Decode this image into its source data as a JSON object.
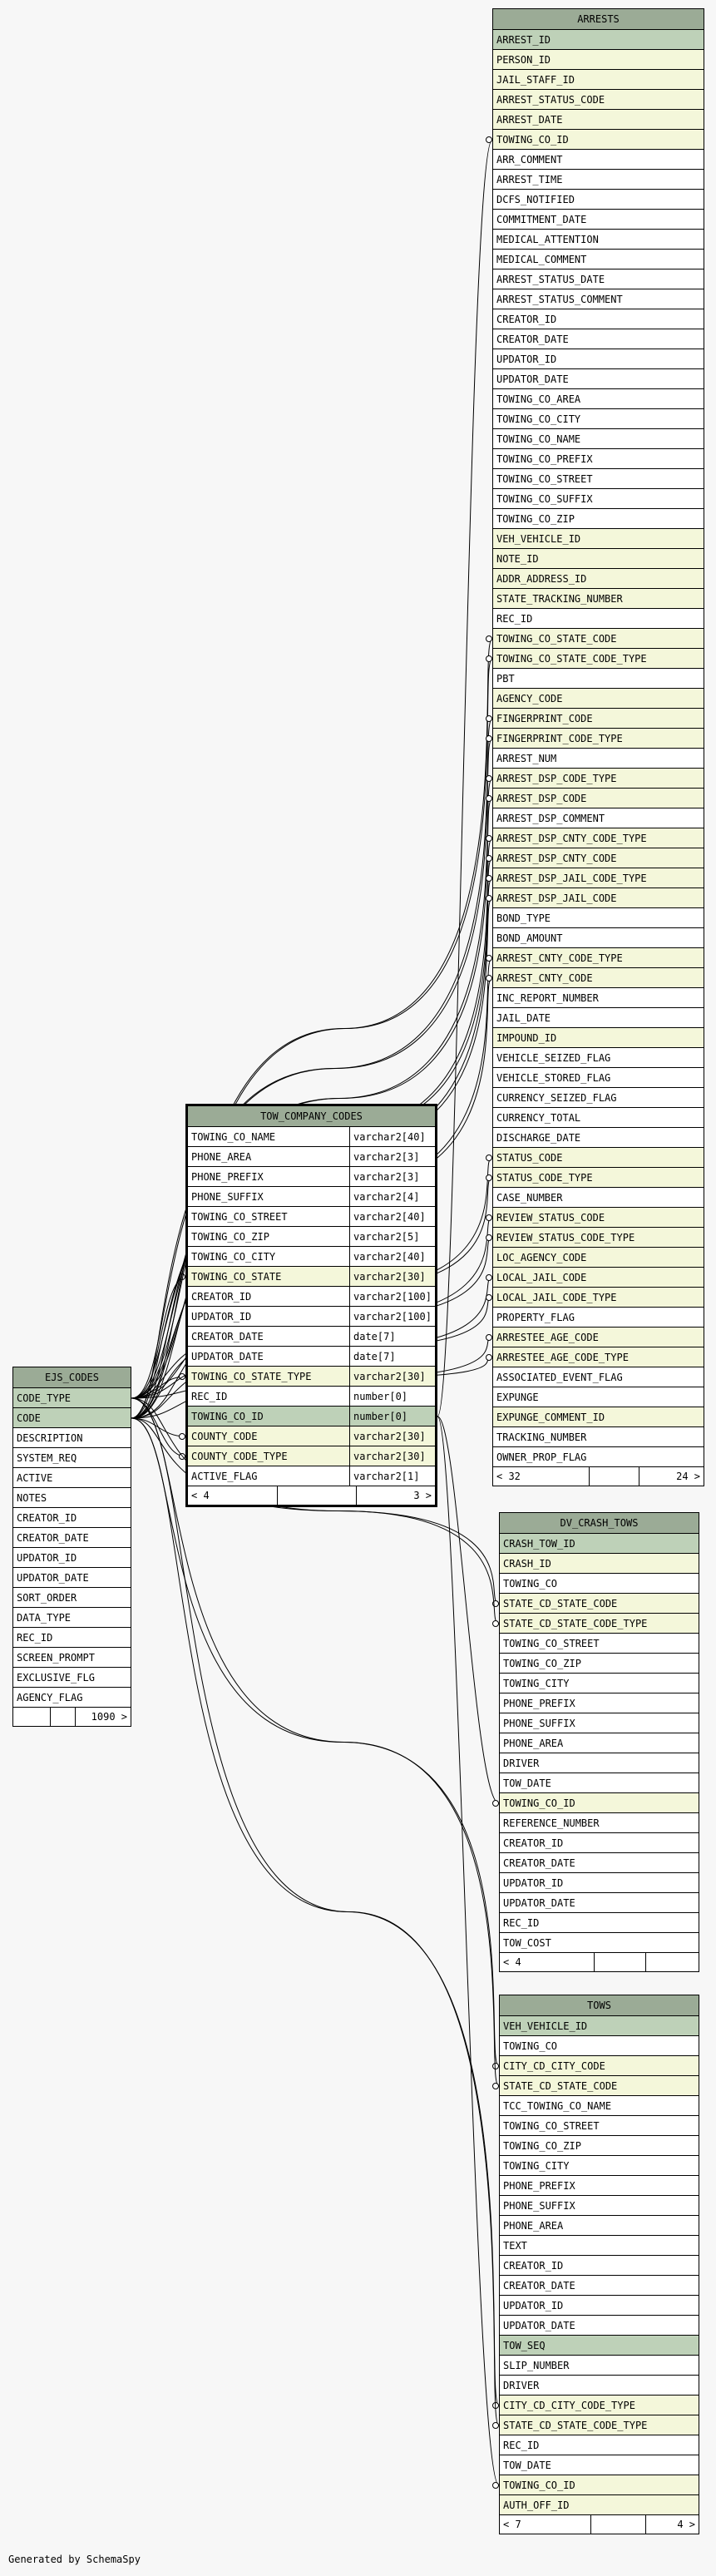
{
  "footer": "Generated by SchemaSpy",
  "tables": {
    "arrests": {
      "title": "ARRESTS",
      "columns": [
        {
          "name": "ARREST_ID",
          "kind": "pk"
        },
        {
          "name": "PERSON_ID",
          "kind": "fk"
        },
        {
          "name": "JAIL_STAFF_ID",
          "kind": "fk"
        },
        {
          "name": "ARREST_STATUS_CODE",
          "kind": "fk"
        },
        {
          "name": "ARREST_DATE",
          "kind": "fk"
        },
        {
          "name": "TOWING_CO_ID",
          "kind": "fk"
        },
        {
          "name": "ARR_COMMENT",
          "kind": ""
        },
        {
          "name": "ARREST_TIME",
          "kind": ""
        },
        {
          "name": "DCFS_NOTIFIED",
          "kind": ""
        },
        {
          "name": "COMMITMENT_DATE",
          "kind": ""
        },
        {
          "name": "MEDICAL_ATTENTION",
          "kind": ""
        },
        {
          "name": "MEDICAL_COMMENT",
          "kind": ""
        },
        {
          "name": "ARREST_STATUS_DATE",
          "kind": ""
        },
        {
          "name": "ARREST_STATUS_COMMENT",
          "kind": ""
        },
        {
          "name": "CREATOR_ID",
          "kind": ""
        },
        {
          "name": "CREATOR_DATE",
          "kind": ""
        },
        {
          "name": "UPDATOR_ID",
          "kind": ""
        },
        {
          "name": "UPDATOR_DATE",
          "kind": ""
        },
        {
          "name": "TOWING_CO_AREA",
          "kind": ""
        },
        {
          "name": "TOWING_CO_CITY",
          "kind": ""
        },
        {
          "name": "TOWING_CO_NAME",
          "kind": ""
        },
        {
          "name": "TOWING_CO_PREFIX",
          "kind": ""
        },
        {
          "name": "TOWING_CO_STREET",
          "kind": ""
        },
        {
          "name": "TOWING_CO_SUFFIX",
          "kind": ""
        },
        {
          "name": "TOWING_CO_ZIP",
          "kind": ""
        },
        {
          "name": "VEH_VEHICLE_ID",
          "kind": "fk"
        },
        {
          "name": "NOTE_ID",
          "kind": "fk"
        },
        {
          "name": "ADDR_ADDRESS_ID",
          "kind": "fk"
        },
        {
          "name": "STATE_TRACKING_NUMBER",
          "kind": "fk"
        },
        {
          "name": "REC_ID",
          "kind": ""
        },
        {
          "name": "TOWING_CO_STATE_CODE",
          "kind": "fk"
        },
        {
          "name": "TOWING_CO_STATE_CODE_TYPE",
          "kind": "fk"
        },
        {
          "name": "PBT",
          "kind": ""
        },
        {
          "name": "AGENCY_CODE",
          "kind": "fk"
        },
        {
          "name": "FINGERPRINT_CODE",
          "kind": "fk"
        },
        {
          "name": "FINGERPRINT_CODE_TYPE",
          "kind": "fk"
        },
        {
          "name": "ARREST_NUM",
          "kind": ""
        },
        {
          "name": "ARREST_DSP_CODE_TYPE",
          "kind": "fk"
        },
        {
          "name": "ARREST_DSP_CODE",
          "kind": "fk"
        },
        {
          "name": "ARREST_DSP_COMMENT",
          "kind": ""
        },
        {
          "name": "ARREST_DSP_CNTY_CODE_TYPE",
          "kind": "fk"
        },
        {
          "name": "ARREST_DSP_CNTY_CODE",
          "kind": "fk"
        },
        {
          "name": "ARREST_DSP_JAIL_CODE_TYPE",
          "kind": "fk"
        },
        {
          "name": "ARREST_DSP_JAIL_CODE",
          "kind": "fk"
        },
        {
          "name": "BOND_TYPE",
          "kind": ""
        },
        {
          "name": "BOND_AMOUNT",
          "kind": ""
        },
        {
          "name": "ARREST_CNTY_CODE_TYPE",
          "kind": "fk"
        },
        {
          "name": "ARREST_CNTY_CODE",
          "kind": "fk"
        },
        {
          "name": "INC_REPORT_NUMBER",
          "kind": ""
        },
        {
          "name": "JAIL_DATE",
          "kind": ""
        },
        {
          "name": "IMPOUND_ID",
          "kind": "fk"
        },
        {
          "name": "VEHICLE_SEIZED_FLAG",
          "kind": ""
        },
        {
          "name": "VEHICLE_STORED_FLAG",
          "kind": ""
        },
        {
          "name": "CURRENCY_SEIZED_FLAG",
          "kind": ""
        },
        {
          "name": "CURRENCY_TOTAL",
          "kind": ""
        },
        {
          "name": "DISCHARGE_DATE",
          "kind": ""
        },
        {
          "name": "STATUS_CODE",
          "kind": "fk"
        },
        {
          "name": "STATUS_CODE_TYPE",
          "kind": "fk"
        },
        {
          "name": "CASE_NUMBER",
          "kind": ""
        },
        {
          "name": "REVIEW_STATUS_CODE",
          "kind": "fk"
        },
        {
          "name": "REVIEW_STATUS_CODE_TYPE",
          "kind": "fk"
        },
        {
          "name": "LOC_AGENCY_CODE",
          "kind": "fk"
        },
        {
          "name": "LOCAL_JAIL_CODE",
          "kind": "fk"
        },
        {
          "name": "LOCAL_JAIL_CODE_TYPE",
          "kind": "fk"
        },
        {
          "name": "PROPERTY_FLAG",
          "kind": ""
        },
        {
          "name": "ARRESTEE_AGE_CODE",
          "kind": "fk"
        },
        {
          "name": "ARRESTEE_AGE_CODE_TYPE",
          "kind": "fk"
        },
        {
          "name": "ASSOCIATED_EVENT_FLAG",
          "kind": ""
        },
        {
          "name": "EXPUNGE",
          "kind": ""
        },
        {
          "name": "EXPUNGE_COMMENT_ID",
          "kind": "fk"
        },
        {
          "name": "TRACKING_NUMBER",
          "kind": ""
        },
        {
          "name": "OWNER_PROP_FLAG",
          "kind": ""
        }
      ],
      "footer": [
        "< 32",
        "",
        "24 >"
      ]
    },
    "tow_company_codes": {
      "title": "TOW_COMPANY_CODES",
      "columns": [
        {
          "name": "TOWING_CO_NAME",
          "type": "varchar2[40]",
          "kind": ""
        },
        {
          "name": "PHONE_AREA",
          "type": "varchar2[3]",
          "kind": ""
        },
        {
          "name": "PHONE_PREFIX",
          "type": "varchar2[3]",
          "kind": ""
        },
        {
          "name": "PHONE_SUFFIX",
          "type": "varchar2[4]",
          "kind": ""
        },
        {
          "name": "TOWING_CO_STREET",
          "type": "varchar2[40]",
          "kind": ""
        },
        {
          "name": "TOWING_CO_ZIP",
          "type": "varchar2[5]",
          "kind": ""
        },
        {
          "name": "TOWING_CO_CITY",
          "type": "varchar2[40]",
          "kind": ""
        },
        {
          "name": "TOWING_CO_STATE",
          "type": "varchar2[30]",
          "kind": "fk"
        },
        {
          "name": "CREATOR_ID",
          "type": "varchar2[100]",
          "kind": ""
        },
        {
          "name": "UPDATOR_ID",
          "type": "varchar2[100]",
          "kind": ""
        },
        {
          "name": "CREATOR_DATE",
          "type": "date[7]",
          "kind": ""
        },
        {
          "name": "UPDATOR_DATE",
          "type": "date[7]",
          "kind": ""
        },
        {
          "name": "TOWING_CO_STATE_TYPE",
          "type": "varchar2[30]",
          "kind": "fk"
        },
        {
          "name": "REC_ID",
          "type": "number[0]",
          "kind": ""
        },
        {
          "name": "TOWING_CO_ID",
          "type": "number[0]",
          "kind": "pk"
        },
        {
          "name": "COUNTY_CODE",
          "type": "varchar2[30]",
          "kind": "fk"
        },
        {
          "name": "COUNTY_CODE_TYPE",
          "type": "varchar2[30]",
          "kind": "fk"
        },
        {
          "name": "ACTIVE_FLAG",
          "type": "varchar2[1]",
          "kind": ""
        }
      ],
      "footer": [
        "< 4",
        "",
        "3 >"
      ]
    },
    "ejs_codes": {
      "title": "EJS_CODES",
      "columns": [
        {
          "name": "CODE_TYPE",
          "kind": "pk"
        },
        {
          "name": "CODE",
          "kind": "pk"
        },
        {
          "name": "DESCRIPTION",
          "kind": ""
        },
        {
          "name": "SYSTEM_REQ",
          "kind": ""
        },
        {
          "name": "ACTIVE",
          "kind": ""
        },
        {
          "name": "NOTES",
          "kind": ""
        },
        {
          "name": "CREATOR_ID",
          "kind": ""
        },
        {
          "name": "CREATOR_DATE",
          "kind": ""
        },
        {
          "name": "UPDATOR_ID",
          "kind": ""
        },
        {
          "name": "UPDATOR_DATE",
          "kind": ""
        },
        {
          "name": "SORT_ORDER",
          "kind": ""
        },
        {
          "name": "DATA_TYPE",
          "kind": ""
        },
        {
          "name": "REC_ID",
          "kind": ""
        },
        {
          "name": "SCREEN_PROMPT",
          "kind": ""
        },
        {
          "name": "EXCLUSIVE_FLG",
          "kind": ""
        },
        {
          "name": "AGENCY_FLAG",
          "kind": ""
        }
      ],
      "footer": [
        "",
        "",
        "1090 >"
      ]
    },
    "dv_crash_tows": {
      "title": "DV_CRASH_TOWS",
      "columns": [
        {
          "name": "CRASH_TOW_ID",
          "kind": "pk"
        },
        {
          "name": "CRASH_ID",
          "kind": "fk"
        },
        {
          "name": "TOWING_CO",
          "kind": ""
        },
        {
          "name": "STATE_CD_STATE_CODE",
          "kind": "fk"
        },
        {
          "name": "STATE_CD_STATE_CODE_TYPE",
          "kind": "fk"
        },
        {
          "name": "TOWING_CO_STREET",
          "kind": ""
        },
        {
          "name": "TOWING_CO_ZIP",
          "kind": ""
        },
        {
          "name": "TOWING_CITY",
          "kind": ""
        },
        {
          "name": "PHONE_PREFIX",
          "kind": ""
        },
        {
          "name": "PHONE_SUFFIX",
          "kind": ""
        },
        {
          "name": "PHONE_AREA",
          "kind": ""
        },
        {
          "name": "DRIVER",
          "kind": ""
        },
        {
          "name": "TOW_DATE",
          "kind": ""
        },
        {
          "name": "TOWING_CO_ID",
          "kind": "fk"
        },
        {
          "name": "REFERENCE_NUMBER",
          "kind": ""
        },
        {
          "name": "CREATOR_ID",
          "kind": ""
        },
        {
          "name": "CREATOR_DATE",
          "kind": ""
        },
        {
          "name": "UPDATOR_ID",
          "kind": ""
        },
        {
          "name": "UPDATOR_DATE",
          "kind": ""
        },
        {
          "name": "REC_ID",
          "kind": ""
        },
        {
          "name": "TOW_COST",
          "kind": ""
        }
      ],
      "footer": [
        "< 4",
        "",
        ""
      ]
    },
    "tows": {
      "title": "TOWS",
      "columns": [
        {
          "name": "VEH_VEHICLE_ID",
          "kind": "pk"
        },
        {
          "name": "TOWING_CO",
          "kind": ""
        },
        {
          "name": "CITY_CD_CITY_CODE",
          "kind": "fk"
        },
        {
          "name": "STATE_CD_STATE_CODE",
          "kind": "fk"
        },
        {
          "name": "TCC_TOWING_CO_NAME",
          "kind": ""
        },
        {
          "name": "TOWING_CO_STREET",
          "kind": ""
        },
        {
          "name": "TOWING_CO_ZIP",
          "kind": ""
        },
        {
          "name": "TOWING_CITY",
          "kind": ""
        },
        {
          "name": "PHONE_PREFIX",
          "kind": ""
        },
        {
          "name": "PHONE_SUFFIX",
          "kind": ""
        },
        {
          "name": "PHONE_AREA",
          "kind": ""
        },
        {
          "name": "TEXT",
          "kind": ""
        },
        {
          "name": "CREATOR_ID",
          "kind": ""
        },
        {
          "name": "CREATOR_DATE",
          "kind": ""
        },
        {
          "name": "UPDATOR_ID",
          "kind": ""
        },
        {
          "name": "UPDATOR_DATE",
          "kind": ""
        },
        {
          "name": "TOW_SEQ",
          "kind": "pk"
        },
        {
          "name": "SLIP_NUMBER",
          "kind": ""
        },
        {
          "name": "DRIVER",
          "kind": ""
        },
        {
          "name": "CITY_CD_CITY_CODE_TYPE",
          "kind": "fk"
        },
        {
          "name": "STATE_CD_STATE_CODE_TYPE",
          "kind": "fk"
        },
        {
          "name": "REC_ID",
          "kind": ""
        },
        {
          "name": "TOW_DATE",
          "kind": ""
        },
        {
          "name": "TOWING_CO_ID",
          "kind": "fk"
        },
        {
          "name": "AUTH_OFF_ID",
          "kind": "fk"
        }
      ],
      "footer": [
        "< 7",
        "",
        "4 >"
      ]
    }
  }
}
